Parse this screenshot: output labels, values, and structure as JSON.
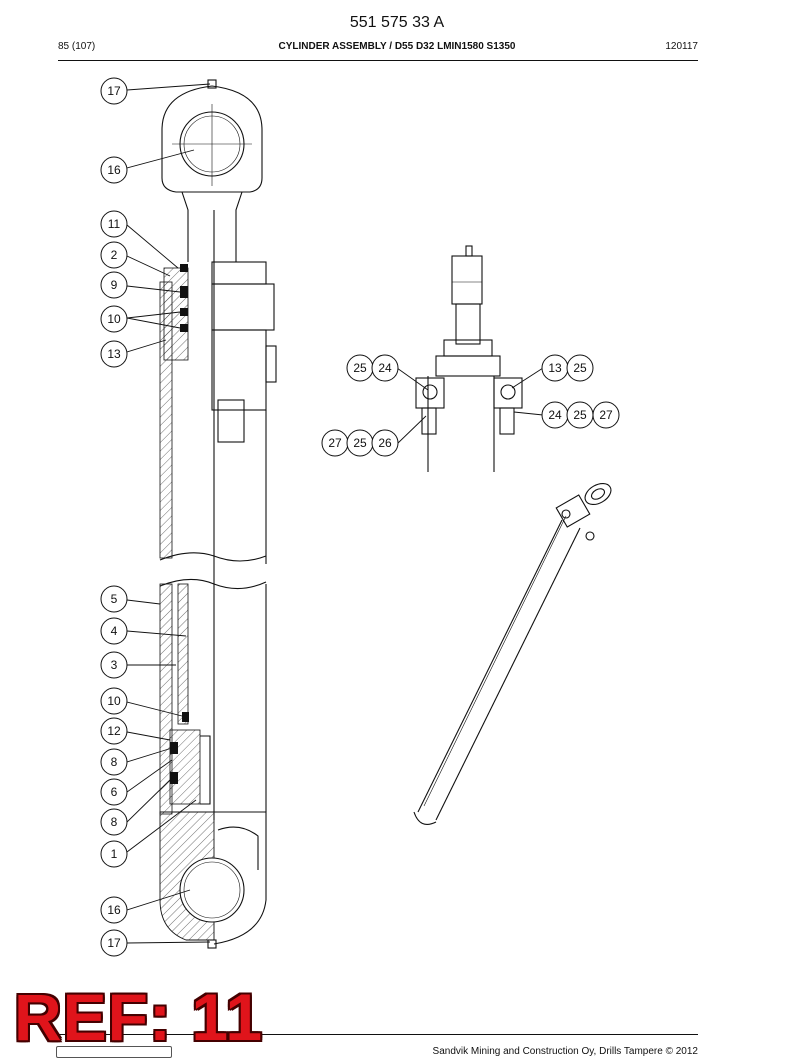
{
  "header": {
    "doc_code": "551 575 33 A",
    "page": "85 (107)",
    "title": "CYLINDER ASSEMBLY / D55 D32 LMIN1580 S1350",
    "date": "120117"
  },
  "callouts": {
    "c17_top": "17",
    "c16_top": "16",
    "c11": "11",
    "c2": "2",
    "c9": "9",
    "c10_a": "10",
    "c13": "13",
    "c5": "5",
    "c4": "4",
    "c3": "3",
    "c10_b": "10",
    "c12": "12",
    "c8_a": "8",
    "c6": "6",
    "c8_b": "8",
    "c1": "1",
    "c16_bot": "16",
    "c17_bot": "17",
    "d25_l": "25",
    "d24_l": "24",
    "d13_r": "13",
    "d25_r": "25",
    "d24_r2": "24",
    "d25_r2": "25",
    "d27_r2": "27",
    "d27_l2": "27",
    "d25_l2": "25",
    "d26_l2": "26"
  },
  "footer": {
    "ref": "REF: 11",
    "copyright": "Sandvik Mining and Construction Oy, Drills Tampere © 2012"
  }
}
